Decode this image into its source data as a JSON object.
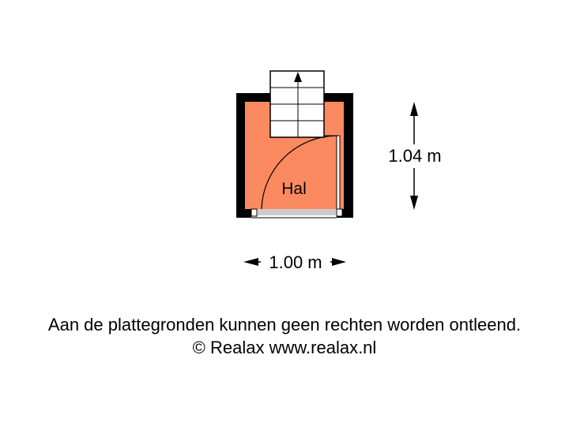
{
  "room": {
    "name": "Hal",
    "width_label": "1.00 m",
    "height_label": "1.04 m",
    "fill_color": "#fc8a61",
    "wall_color": "#000000"
  },
  "footer": {
    "disclaimer": "Aan de plattegronden kunnen geen rechten worden ontleend.",
    "copyright": "© Realax www.realax.nl"
  }
}
